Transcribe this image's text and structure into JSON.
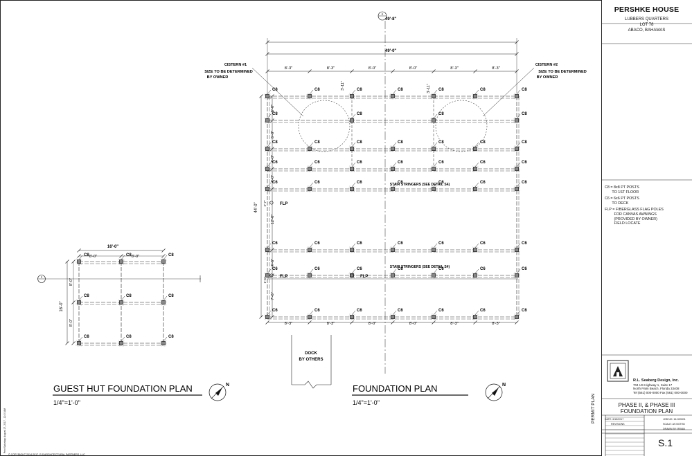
{
  "title_block": {
    "project": "PERSHKE HOUSE",
    "location_lines": [
      "LUBBERS QUARTERS",
      "LOT 78",
      "ABACO, BAHAMAS"
    ],
    "legend": [
      "C8 = 8x8 PT POSTS\n       TO 1ST FLOOR",
      "C6 = 6x6 PT POSTS\n       TO DECK",
      "FLP = FIBERGLASS FLAG POLES\n         FOR CANVAS AWNINGS\n         (PROVIDED BY OWNER)\n         FIELD LOCATE"
    ],
    "firm_name": "R.L. Seaberg Design, Inc.",
    "firm_lines": [
      "704 US Highway 1, Suite 17",
      "North Palm Beach, Florida 33408",
      "Tel (561) 000-0000  Fax (561) 000-0000"
    ],
    "phase_lines": [
      "PHASE II, & PHASE III",
      "FOUNDATION PLAN"
    ],
    "date": "DATE: 6/15/2017",
    "revisions": "REVISIONS",
    "job_no": "JOB NO: 16-000001",
    "scale": "SCALE: AS NOTED",
    "drawn_by": "DRAWN BY: BRIAN",
    "sheet": "S.1",
    "permit": "PERMIT PLAN"
  },
  "foundation_plan": {
    "title": "FOUNDATION PLAN",
    "scale": "1/4\"=1'-0\"",
    "dim_overall_top": "49'-8\"",
    "dim_overall_second": "49'-0\"",
    "dims_top_row": [
      "8'-3\"",
      "8'-3\"",
      "8'-0\"",
      "8'-0\"",
      "8'-3\"",
      "8'-3\""
    ],
    "dims_bottom_row": [
      "8'-3\"",
      "8'-3\"",
      "8'-0\"",
      "8'-0\"",
      "8'-3\"",
      "8'-3\""
    ],
    "dims_left": [
      "6'-0\"",
      "6'-0\"",
      "4'-0\"",
      "4'-0\"",
      "12'-0\"",
      "4'-6\"",
      "7'-6\""
    ],
    "dim_left_overall": "44'-0\"",
    "dim_small_offsets": [
      "3'-11\"",
      "3'-11\"",
      "2'-7\"",
      "1'-6\""
    ],
    "cistern_1": [
      "CISTERN #1",
      "SIZE TO BE DETERMINED",
      "BY OWNER"
    ],
    "cistern_2": [
      "CISTERN #2",
      "SIZE TO BE DETERMINED",
      "BY OWNER"
    ],
    "stair_note": "STAIR STRINGERS (SEE DETAIL S4)",
    "dock_note": [
      "DOCK",
      "BY OTHERS"
    ],
    "post_c8": "C8",
    "post_c6": "C6",
    "flp": "FLP",
    "section_marker": "A"
  },
  "guest_hut_plan": {
    "title": "GUEST HUT FOUNDATION PLAN",
    "scale": "1/4\"=1'-0\"",
    "dim_top_overall": "16'-0\"",
    "dims_top": [
      "8'-0\"",
      "8'-0\""
    ],
    "dims_left": [
      "8'-0\"",
      "8'-0\""
    ],
    "dim_left_overall": "16'-0\"",
    "post_label": "C8",
    "section_marker": "A"
  },
  "north_label": "N",
  "copyright": "© COPYRIGHT 2014-2017, R.S ARCHITECTURAL PARTNERS, LLC",
  "plot_stamp": "Print Saturday, August 17, 2017 - 12:00 AM"
}
